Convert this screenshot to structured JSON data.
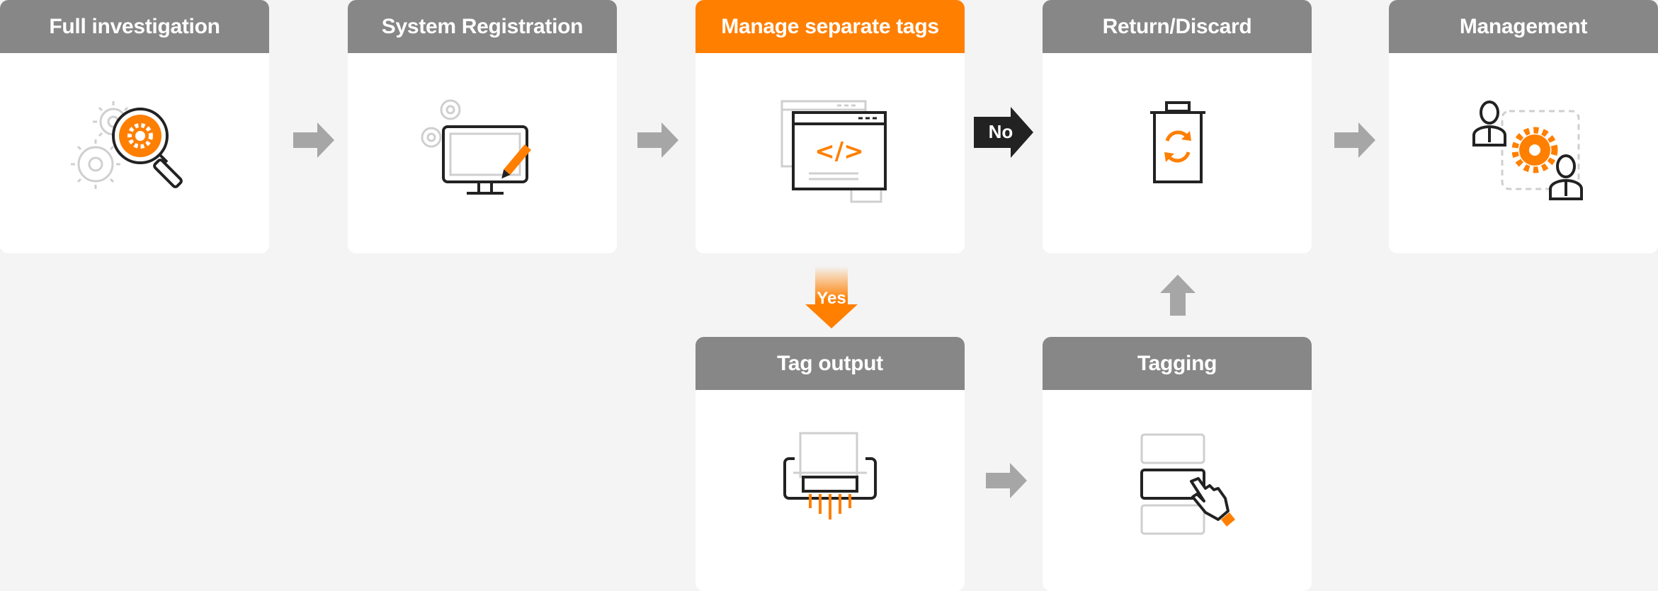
{
  "colors": {
    "accent": "#ff7f00",
    "header_gray": "#878787",
    "card_bg": "#ffffff",
    "page_bg": "#f4f4f4",
    "arrow_gray": "#a6a6a6",
    "icon_dark": "#222222",
    "icon_light": "#cfcfcf"
  },
  "steps": {
    "full_investigation": {
      "title": "Full investigation",
      "icon": "magnifier-gear-icon"
    },
    "system_registration": {
      "title": "System Registration",
      "icon": "monitor-pencil-icon"
    },
    "manage_separate_tags": {
      "title": "Manage separate tags",
      "icon": "code-window-icon"
    },
    "return_discard": {
      "title": "Return/Discard",
      "icon": "recycle-bin-icon"
    },
    "management": {
      "title": "Management",
      "icon": "people-gear-icon"
    },
    "tag_output": {
      "title": "Tag output",
      "icon": "printer-icon"
    },
    "tagging": {
      "title": "Tagging",
      "icon": "hand-select-icon"
    }
  },
  "decisions": {
    "no_label": "No",
    "yes_label": "Yes"
  },
  "icon_text": {
    "code_tag": "</>"
  }
}
